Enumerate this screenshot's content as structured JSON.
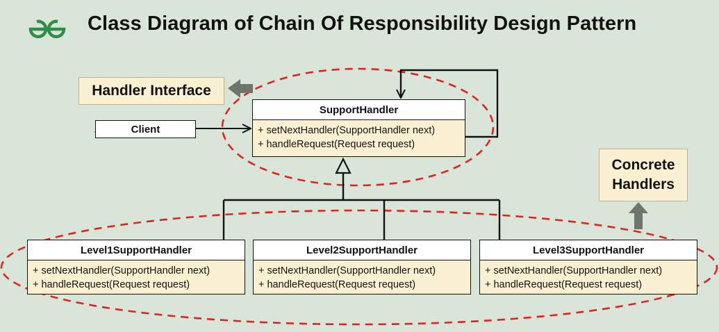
{
  "title": "Class Diagram of Chain Of Responsibility Design Pattern",
  "colors": {
    "background": "#d9e5d9",
    "logo": "#2f8d46",
    "callout_fill": "#fbf1d2",
    "class_body_fill": "#fbf1d2",
    "dashed_ellipse": "#e0231c",
    "arrow_grey": "#6d756d"
  },
  "logo": {
    "icon": "geeksforgeeks-logo-icon"
  },
  "callouts": {
    "handler_interface": "Handler Interface",
    "concrete_handlers_line1": "Concrete",
    "concrete_handlers_line2": "Handlers"
  },
  "client": {
    "label": "Client"
  },
  "support_handler": {
    "name": "SupportHandler",
    "methods": [
      "+ setNextHandler(SupportHandler next)",
      "+ handleRequest(Request request)"
    ]
  },
  "concrete": [
    {
      "name": "Level1SupportHandler",
      "methods": [
        "+ setNextHandler(SupportHandler next)",
        "+ handleRequest(Request request)"
      ]
    },
    {
      "name": "Level2SupportHandler",
      "methods": [
        "+ setNextHandler(SupportHandler next)",
        "+ handleRequest(Request request)"
      ]
    },
    {
      "name": "Level3SupportHandler",
      "methods": [
        "+ setNextHandler(SupportHandler next)",
        "+ handleRequest(Request request)"
      ]
    }
  ]
}
